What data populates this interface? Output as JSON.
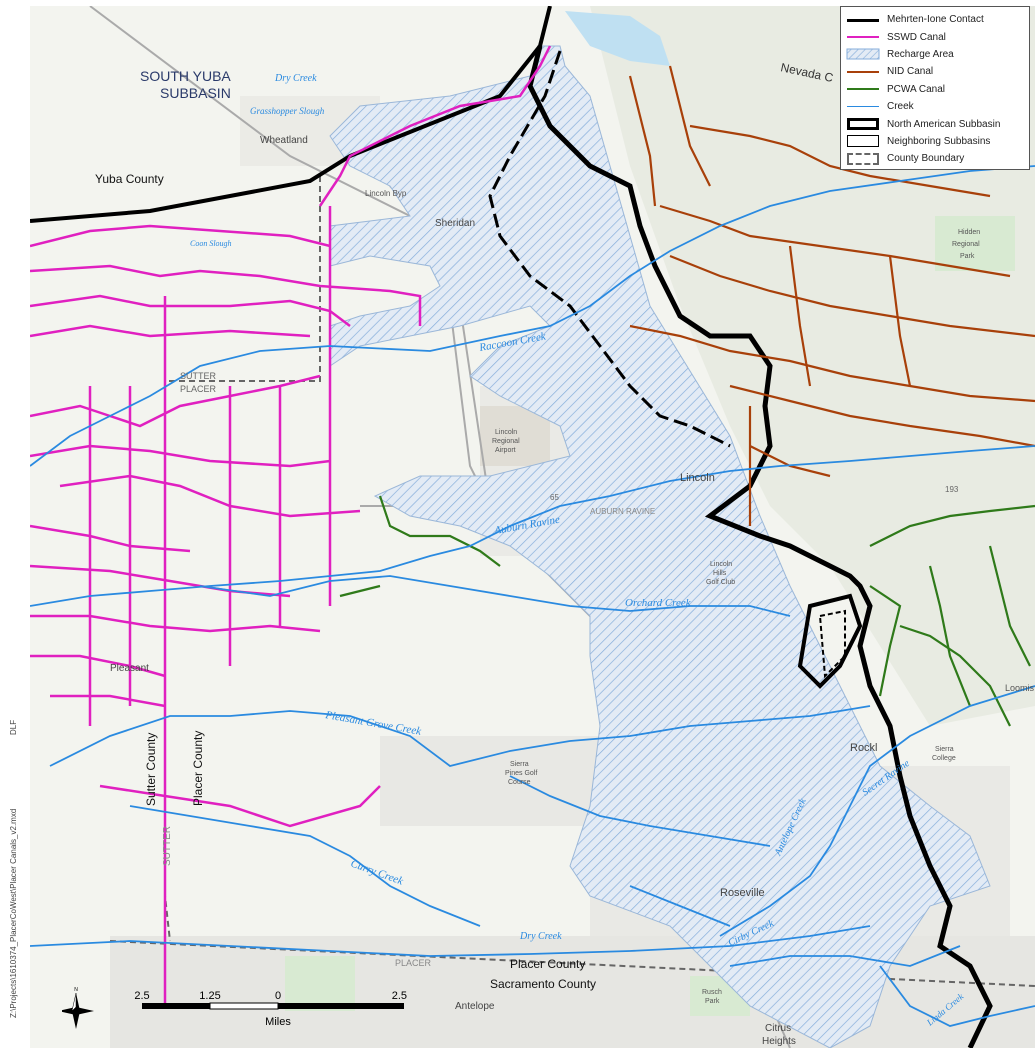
{
  "colors": {
    "mehrten": "#000000",
    "sswd": "#e020c0",
    "recharge_fill": "#dde6f2",
    "recharge_hatch": "#7aa6d6",
    "nid": "#a8400a",
    "pcwa": "#2f7a1a",
    "creek": "#2a8ae0",
    "subbasin": "#000000",
    "neighbor": "#ffffff",
    "county": "#666666",
    "terrain": "#eef1ea",
    "urban": "#e4e4e0"
  },
  "legend": {
    "items": [
      {
        "key": "mehrten",
        "label": "Mehrten-Ione Contact"
      },
      {
        "key": "sswd",
        "label": "SSWD Canal"
      },
      {
        "key": "recharge",
        "label": "Recharge Area"
      },
      {
        "key": "nid",
        "label": "NID Canal"
      },
      {
        "key": "pcwa",
        "label": "PCWA Canal"
      },
      {
        "key": "creek",
        "label": "Creek"
      },
      {
        "key": "subbasin",
        "label": "North American Subbasin"
      },
      {
        "key": "neighbor",
        "label": "Neighboring Subbasins"
      },
      {
        "key": "county",
        "label": "County Boundary"
      }
    ]
  },
  "labels": {
    "south_yuba_1": "SOUTH YUBA",
    "south_yuba_2": "SUBBASIN",
    "nevada": "Nevada C",
    "yuba_county": "Yuba County",
    "wheatland": "Wheatland",
    "sheridan": "Sheridan",
    "dry_creek_n": "Dry Creek",
    "grasshopper": "Grasshopper Slough",
    "coon_slough": "Coon Slough",
    "lincoln_byp": "Lincoln Byp",
    "raccoon": "Raccoon Creek",
    "sutter_s": "SUTTER",
    "placer_s": "PLACER",
    "lincoln_airport_1": "Lincoln",
    "lincoln_airport_2": "Regional",
    "lincoln_airport_3": "Airport",
    "lincoln": "Lincoln",
    "auburn_ravine": "Auburn Ravine",
    "auburn_ravine_caps": "AUBURN RAVINE",
    "hwy65": "65",
    "hwy193": "193",
    "orchard": "Orchard Creek",
    "lincoln_hills_1": "Lincoln",
    "lincoln_hills_2": "Hills",
    "lincoln_hills_3": "Golf Club",
    "pleasant": "Pleasant",
    "pleasant_grove": "Pleasant Grove Creek",
    "sutter_county": "Sutter County",
    "placer_county_v": "Placer County",
    "sierra_pines_1": "Sierra",
    "sierra_pines_2": "Pines Golf",
    "sierra_pines_3": "Course",
    "rocklin": "Rockl",
    "sierra_college_1": "Sierra",
    "sierra_college_2": "College",
    "secret_ravine": "Secret Ravine",
    "antelope_creek": "Antelope Creek",
    "curry_creek": "Curry Creek",
    "roseville": "Roseville",
    "cirby": "Cirby Creek",
    "dry_creek_s": "Dry Creek",
    "placer_county_h": "Placer County",
    "sacramento_county": "Sacramento County",
    "placer_s2": "PLACER",
    "antelope": "Antelope",
    "citrus_1": "Citrus",
    "citrus_2": "Heights",
    "linda": "Linda Creek",
    "hidden_1": "Hidden",
    "hidden_2": "Regional",
    "hidden_3": "Park",
    "sutter_v": "SUTTER",
    "loomis": "Loomis",
    "rusch_1": "Rusch",
    "rusch_2": "Park"
  },
  "scale": {
    "ticks": [
      "2.5",
      "1.25",
      "0",
      "2.5"
    ],
    "unit": "Miles"
  },
  "sidebar": {
    "path_text": "Z:\\Projects\\1610374_PlacerCoWest\\Placer Canals_v2.mxd",
    "initials": "DLF"
  }
}
